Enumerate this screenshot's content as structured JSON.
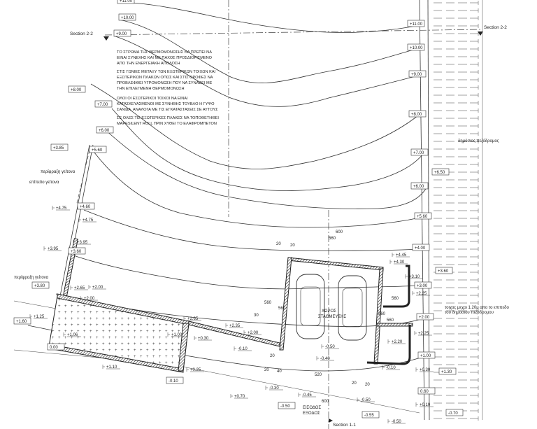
{
  "drawing": {
    "section_2_2": "Section 2-2",
    "section_1_1": "Section 1-1",
    "notes": [
      "ΤΟ ΣΤΡΩΜΑ ΤΗΣ ΘΕΡΜΟΜΟΝΩΣΗΣ ΘΑ ΠΡΕΠΕΙ ΝΑ",
      "ΕΙΝΑΙ ΣΥΝΕΧΗΣ ΚΑΙ ΜΕ ΠΑΧΟΣ ΠΡΟΣΔΙΟΡΙΣΜΕΝΟ",
      "ΑΠΟ ΤΗΝ ΕΝΕΡΓΕΙΑΚΗ ΑΠΟΔΟΣΗ",
      "ΣΤΙΣ ΓΩΝΙΕΣ ΜΕΤΑΞΥ ΤΩΝ ΕΞΩΤΕΡΙΚΩΝ ΤΟΙΧΩΝ ΚΑΙ",
      "ΕΞΩΤΕΡΙΚΩΝ ΠΛΑΚΩΝ ΟΠΩΣ ΚΑΙ ΣΤΙΣ ΟΡΟΦΕΣ ΝΑ",
      "ΠΡΟΒΛΕΦΘΕΙ ΥΓΡΟΜΟΝΩΣΗ ΠΟΥ ΝΑ ΣΥΝΑΔΕΙ ΜΕ",
      "ΤΗΝ ΕΠΙΛΕΓΜΕΝΗ ΘΕΡΜΟΜΟΝΩΣΗ",
      "ΟΛΟΙ ΟΙ ΕΣΩΤΕΡΙΚΟΙ ΤΟΙΧΟΙ ΝΑ ΕΙΝΑΙ",
      "ΚΑΤΑΣΚΕΥΑΣΜΕΝΟΙ ΜΕ ΣΥΝΗΘΗΣ ΤΟΥΒΛΟ Η ΓΥΨΟ",
      "ΣΑΝΙΔΑ. ΑΝΑΛΟΓΑ ΜΕ ΤΙΣ ΕΓΚΑΤΑΣΤΑΣΕΙΣ ΣΕ ΑΥΤΟΥΣ",
      "ΣΕ ΟΛΕΣ ΤΙΣ ΕΞΩΤΕΡΙΚΕΣ ΠΛΑΚΕΣ ΝΑ ΤΟΠΟΘΕΤΗΘΕΙ",
      "MAPESILENT ROLL ΠΡΙΝ ΧΥΘΕΙ ΤΟ ΕΛΑΦΡΟΜΠΕΤΟΝ"
    ],
    "labels": {
      "neighbor_fence_1": "περίφραξη γείτονα",
      "neighbor_level": "επίπεδο γείτονα",
      "neighbor_fence_2": "περίφραξη γείτονα",
      "public_sidewalk": "δημόσιος πεζόδρομος",
      "wall_note_1": "τοιχος μεχρι 1.20μ απο το επιπεδο",
      "wall_note_2": "του δημοσιου πεζοδρομου",
      "parking_1": "ΧΩΡΟΣ",
      "parking_2": "ΣΤΑΘΜΕΥΣΗΣ",
      "entrance_1": "ΕΙΣΟΔΟΣ",
      "entrance_2": "ΕΞΟΔΟΣ"
    },
    "boxed_levels": [
      "+11.00",
      "+10.00",
      "+9.00",
      "+8.00",
      "+7.00",
      "+6.00",
      "+3.85",
      "+5.60",
      "+4.60",
      "+3.60",
      "+3.80",
      "+1.60",
      "0.00",
      "-0.10",
      "-0.50",
      "-0.55",
      "+11.00",
      "+10.00",
      "+9.00",
      "+8.00",
      "+7.00",
      "+6.50",
      "+6.00",
      "+5.60",
      "+4.00",
      "+3.60",
      "+3.00",
      "+2.00",
      "+1.00",
      "+1.30",
      "0.60",
      "-0.70"
    ],
    "spot_levels": [
      "+4.75",
      "+4.75",
      "+3.95",
      "+3.95",
      "+1.25",
      "+2.00",
      "+2.65",
      "+2.00",
      "+1.00",
      "+1.06",
      "+2.65",
      "+2.35",
      "+2.00",
      "+0.30",
      "-0.10",
      "+1.10",
      "+0.25",
      "+0.70",
      "-0.30",
      "-0.45",
      "-0.50",
      "-0.40",
      "-0.50",
      "+4.30",
      "+4.45",
      "+3.10",
      "+2.25",
      "+2.20",
      "+2.25",
      "-0.10",
      "+0.30",
      "+0.10",
      "-0.50"
    ],
    "dimensions": [
      "600",
      "560",
      "20",
      "20",
      "560",
      "560",
      "560",
      "560",
      "20",
      "20",
      "40",
      "520",
      "20",
      "20",
      "600",
      "30",
      "560"
    ]
  },
  "colors": {
    "line": "#333333",
    "background": "#ffffff"
  }
}
